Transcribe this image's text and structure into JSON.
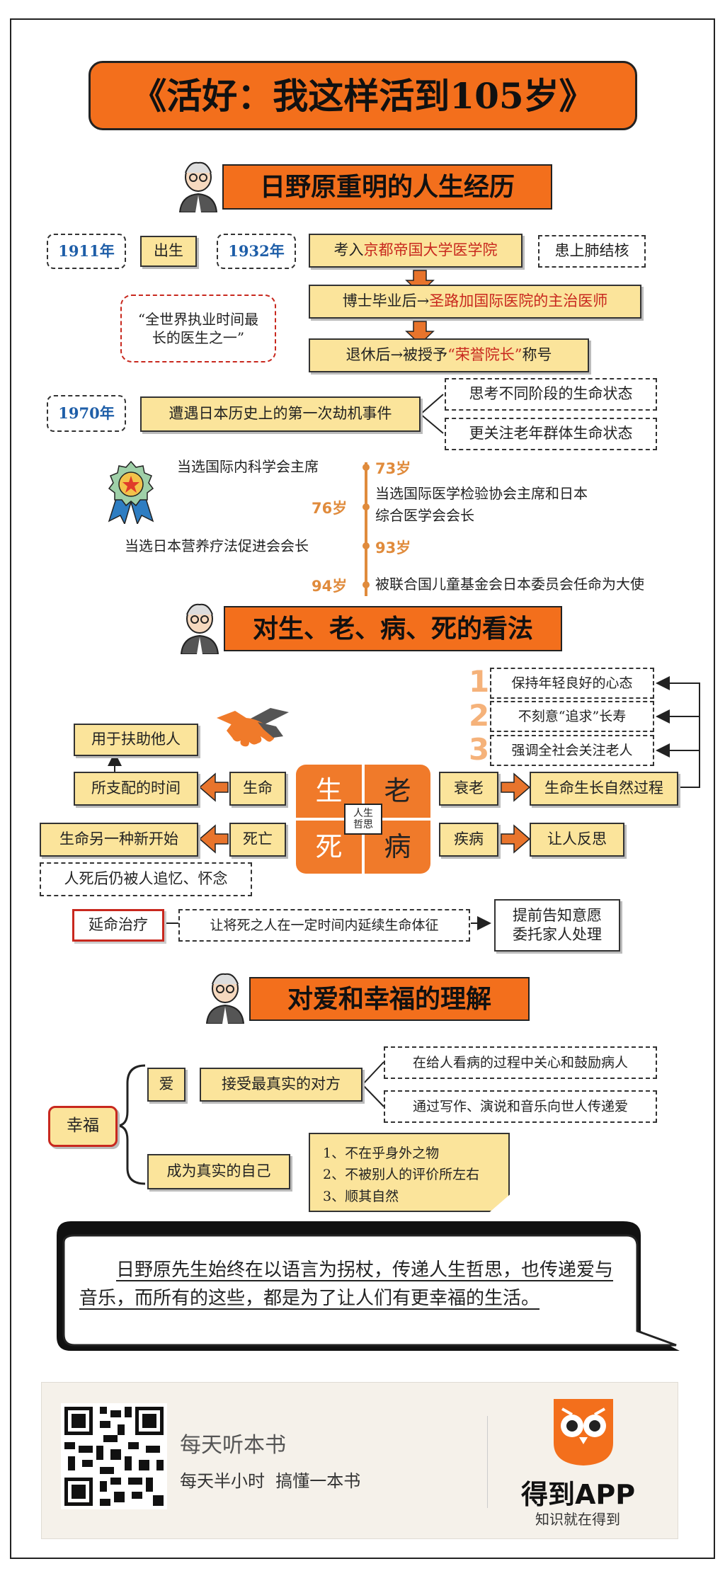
{
  "title": "《活好：我这样活到105岁》",
  "sections": {
    "s1": "日野原重明的人生经历",
    "s2": "对生、老、病、死的看法",
    "s3": "对爱和幸福的理解"
  },
  "life": {
    "y1911": "1911年",
    "born": "出生",
    "y1932": "1932年",
    "enter_pre": "考入",
    "enter_school": "京都帝国大学医学院",
    "tb": "患上肺结核",
    "phd_pre": "博士毕业后→",
    "phd_post": "圣路加国际医院的主治医师",
    "retire_pre": "退休后→被授予",
    "retire_title": "“荣誉院长”",
    "retire_post": "称号",
    "quote": "“全世界执业时间最长的医生之一”",
    "y1970": "1970年",
    "event": "遭遇日本历史上的第一次劫机事件",
    "think1": "思考不同阶段的生命状态",
    "think2": "更关注老年群体生命状态"
  },
  "timeline": [
    {
      "age": "73岁",
      "text": "当选国际内科学会主席"
    },
    {
      "age": "76岁",
      "text": "当选国际医学检验协会主席和日本综合医学会会长"
    },
    {
      "age": "93岁",
      "text": "当选日本营养疗法促进会会长"
    },
    {
      "age": "94岁",
      "text": "被联合国儿童基金会日本委员会任命为大使"
    }
  ],
  "views": {
    "g1": "生",
    "g2": "老",
    "g3": "死",
    "g4": "病",
    "center": "人生哲思",
    "help": "用于扶助他人",
    "time": "所支配的时间",
    "life": "生命",
    "new_start": "生命另一种新开始",
    "death": "死亡",
    "remember": "人死后仍被人追忆、怀念",
    "aging": "衰老",
    "natural": "生命生长自然过程",
    "disease": "疾病",
    "reflect": "让人反思",
    "n1": "1",
    "t1": "保持年轻良好的心态",
    "n2": "2",
    "t2": "不刻意“追求”长寿",
    "n3": "3",
    "t3": "强调全社会关注老人",
    "prolong": "延命治疗",
    "prolong_desc": "让将死之人在一定时间内延续生命体征",
    "advance": "提前告知意愿委托家人处理"
  },
  "love": {
    "happy": "幸福",
    "love": "爱",
    "accept": "接受最真实的对方",
    "care": "在给人看病的过程中关心和鼓励病人",
    "spread": "通过写作、演说和音乐向世人传递爱",
    "self": "成为真实的自己",
    "tips": [
      "1、不在乎身外之物",
      "2、不被别人的评价所左右",
      "3、顺其自然"
    ]
  },
  "summary": "日野原先生始终在以语言为拐杖，传递人生哲思，也传递爱与音乐，而所有的这些，都是为了让人们有更幸福的生活。",
  "footer": {
    "listen": "每天听本书",
    "half": "每天半小时  搞懂一本书",
    "app": "得到APP",
    "slogan": "知识就在得到"
  },
  "colors": {
    "orange": "#f36f1c",
    "yellow": "#fbe49b",
    "blue": "#1e5ea8",
    "red": "#c8281e"
  }
}
